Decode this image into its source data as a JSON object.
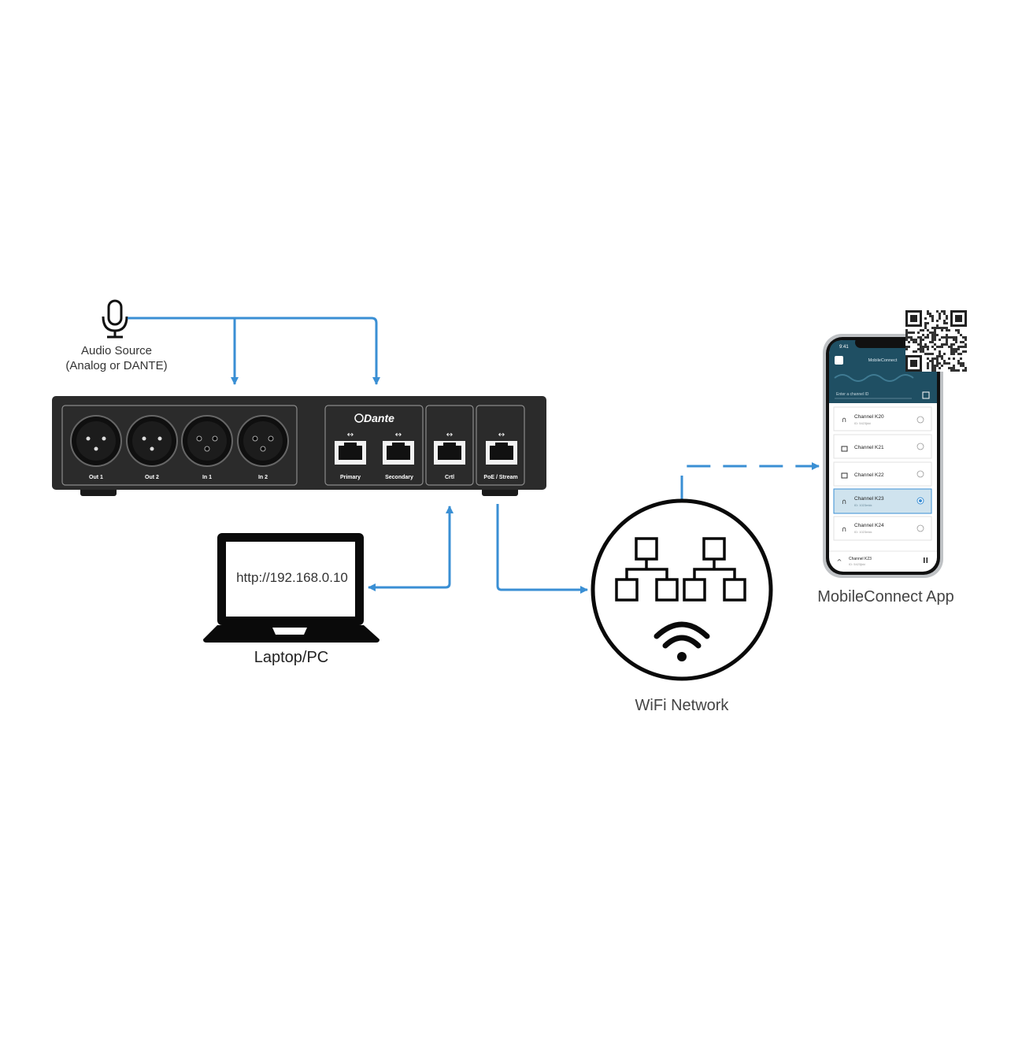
{
  "audio_source": {
    "line1": "Audio Source",
    "line2": "(Analog or DANTE)"
  },
  "device": {
    "brand": "Dante",
    "xlr_ports": [
      "Out 1",
      "Out 2",
      "In 1",
      "In 2"
    ],
    "rj45_ports": [
      "Primary",
      "Secondary",
      "Crtl",
      "PoE / Stream"
    ]
  },
  "laptop": {
    "url": "http://192.168.0.10",
    "label": "Laptop/PC"
  },
  "wifi": {
    "label": "WiFi Network"
  },
  "app": {
    "label": "MobileConnect App",
    "status_time": "9:41",
    "title": "MobileConnect",
    "search_placeholder": "Enter a channel ID",
    "channels": [
      {
        "name": "Channel K20",
        "id": "ID: 5423jkki"
      },
      {
        "name": "Channel K21",
        "id": ""
      },
      {
        "name": "Channel K22",
        "id": ""
      },
      {
        "name": "Channel K23",
        "id": "ID: 1023mkk"
      },
      {
        "name": "Channel K24",
        "id": "ID: 1023mkk"
      }
    ],
    "now_playing": "Channel K23",
    "now_playing_id": "ID: 5423jkki"
  },
  "colors": {
    "connector": "#3a8fd4",
    "device_body": "#2b2b2b",
    "app_header": "#1f4f63",
    "selected_row": "#cfe3ee"
  }
}
